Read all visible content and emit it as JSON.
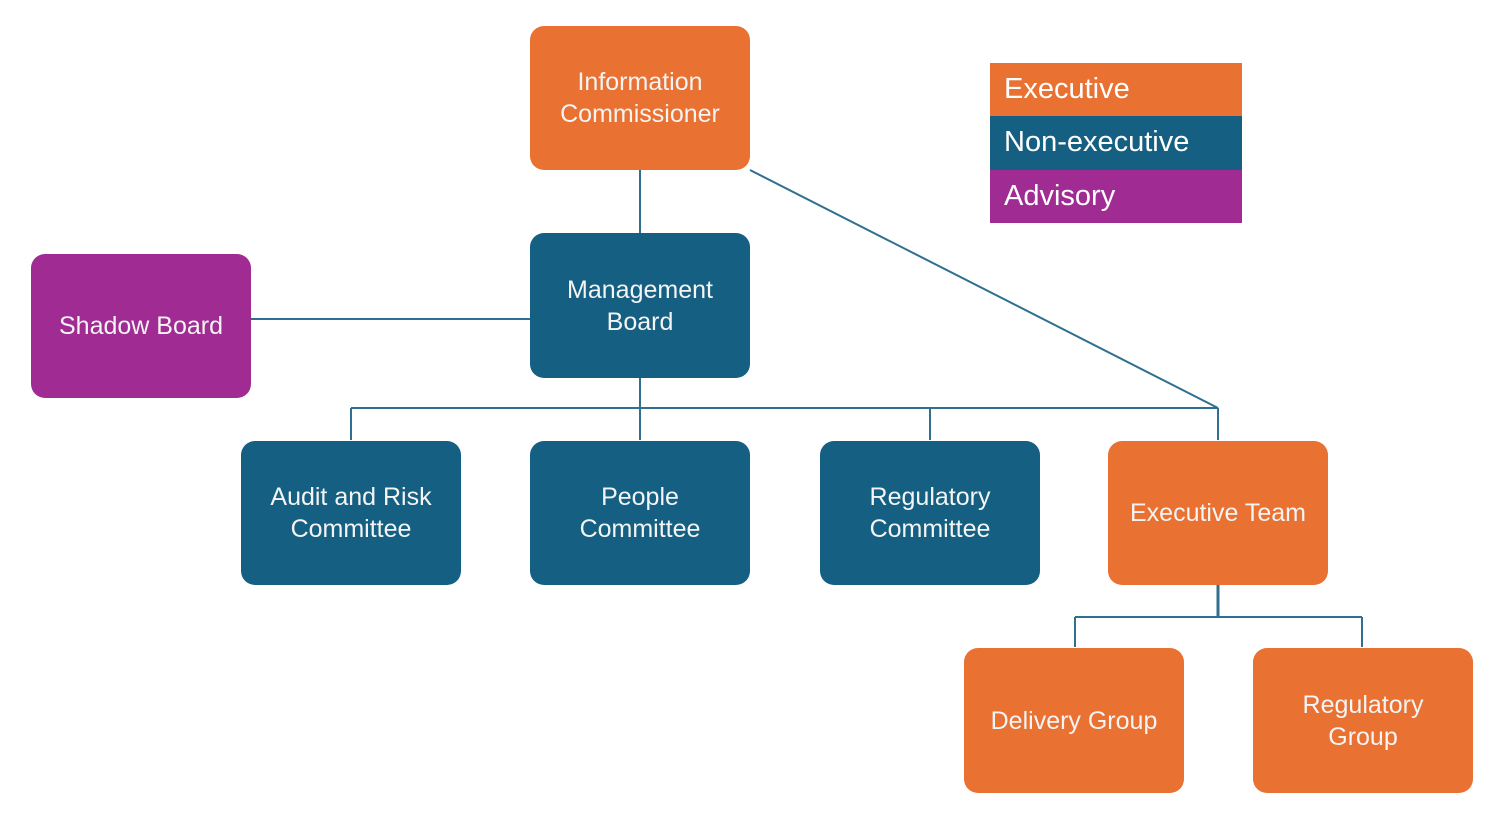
{
  "colors": {
    "executive": "#e97132",
    "non_executive": "#156082",
    "advisory": "#a02b93",
    "connector": "#2f6f8f"
  },
  "legend": {
    "items": [
      {
        "label": "Executive",
        "category": "executive"
      },
      {
        "label": "Non-executive",
        "category": "non_executive"
      },
      {
        "label": "Advisory",
        "category": "advisory"
      }
    ]
  },
  "nodes": {
    "information_commissioner": {
      "label": "Information Commissioner",
      "category": "executive"
    },
    "management_board": {
      "label": "Management Board",
      "category": "non_executive"
    },
    "shadow_board": {
      "label": "Shadow Board",
      "category": "advisory"
    },
    "audit_risk_committee": {
      "label": "Audit and Risk Committee",
      "category": "non_executive"
    },
    "people_committee": {
      "label": "People Committee",
      "category": "non_executive"
    },
    "regulatory_committee": {
      "label": "Regulatory Committee",
      "category": "non_executive"
    },
    "executive_team": {
      "label": "Executive Team",
      "category": "executive"
    },
    "delivery_group": {
      "label": "Delivery Group",
      "category": "executive"
    },
    "regulatory_group": {
      "label": "Regulatory Group",
      "category": "executive"
    }
  },
  "edges": [
    {
      "from": "information_commissioner",
      "to": "management_board"
    },
    {
      "from": "information_commissioner",
      "to": "executive_team"
    },
    {
      "from": "management_board",
      "to": "shadow_board"
    },
    {
      "from": "management_board",
      "to": "audit_risk_committee"
    },
    {
      "from": "management_board",
      "to": "people_committee"
    },
    {
      "from": "management_board",
      "to": "regulatory_committee"
    },
    {
      "from": "management_board",
      "to": "executive_team"
    },
    {
      "from": "executive_team",
      "to": "delivery_group"
    },
    {
      "from": "executive_team",
      "to": "regulatory_group"
    }
  ]
}
